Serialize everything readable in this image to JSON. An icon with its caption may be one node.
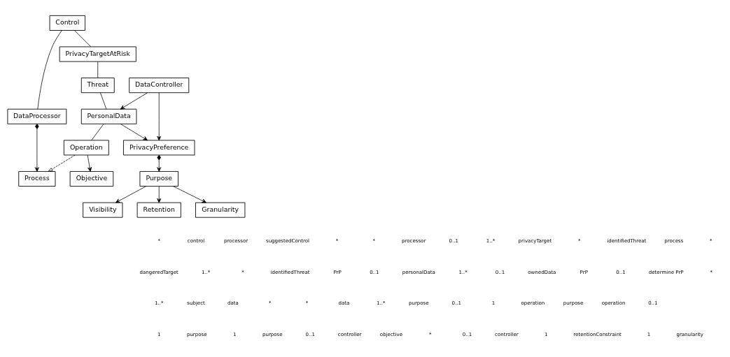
{
  "diagram": {
    "nodes": [
      {
        "text": [
          "Control"
        ]
      },
      {
        "text": [
          "DataProcessor"
        ]
      },
      {
        "text": [
          "PrivacyTargetAtRisk"
        ]
      },
      {
        "text": [
          "Threat"
        ]
      },
      {
        "text": [
          "Process"
        ]
      },
      {
        "text": [
          "PrivacyPreference"
        ]
      },
      {
        "text": [
          "Visibility"
        ]
      },
      {
        "text": [
          "PersonalData"
        ]
      },
      {
        "text": [
          "Operation"
        ]
      },
      {
        "text": [
          "Purpose"
        ]
      },
      {
        "text": [
          "DataController"
        ]
      },
      {
        "text": [
          "Retention"
        ]
      },
      {
        "text": [
          "Granularity"
        ]
      },
      {
        "text": [
          "Objective"
        ]
      }
    ],
    "edges": [
      {
        "from": 0,
        "to": 2,
        "arrow": "none"
      },
      {
        "from": 0,
        "to": 1,
        "arrow": "none"
      },
      {
        "from": 1,
        "to": 4,
        "arrow": "to"
      },
      {
        "from": 2,
        "to": 3,
        "arrow": "none"
      },
      {
        "from": 3,
        "to": 7,
        "arrow": "none"
      },
      {
        "from": 8,
        "to": 4,
        "arrow": "to",
        "style": "dashed"
      },
      {
        "from": 7,
        "to": 5,
        "arrow": "to"
      },
      {
        "from": 7,
        "to": 8,
        "arrow": "none"
      },
      {
        "from": 5,
        "to": 9,
        "arrow": "to"
      },
      {
        "from": 9,
        "to": 6,
        "arrow": "to"
      },
      {
        "from": 10,
        "to": 7,
        "arrow": "to"
      },
      {
        "from": 10,
        "to": 5,
        "arrow": "to"
      },
      {
        "from": 9,
        "to": 11,
        "arrow": "to"
      },
      {
        "from": 9,
        "to": 12,
        "arrow": "to"
      },
      {
        "from": 8,
        "to": 13,
        "arrow": "to"
      }
    ],
    "labels": [
      "*",
      "control",
      "processor",
      "suggestedControl",
      "*",
      "*",
      "processor",
      "0..1",
      "1..*",
      "privacyTarget",
      "*",
      "identifiedThreat",
      "process",
      "*",
      "dangeredTarget",
      "1..*",
      "*",
      "identifiedThreat",
      "PrP",
      "0..1",
      "personalData",
      "1..*",
      "0..1",
      "ownedData",
      "PrP",
      "0..1",
      "determine PrP",
      "*",
      "1..*",
      "subject",
      "data",
      "*",
      "*",
      "data",
      "1..*",
      "purpose",
      "0..1",
      "1",
      "operation",
      "purpose",
      "operation",
      "0..1",
      "1",
      "purpose",
      "1",
      "purpose",
      "0..1",
      "controller",
      "objective",
      "*",
      "0..1",
      "controller",
      "1",
      "retentionConstraint",
      "1",
      "granularity"
    ]
  }
}
